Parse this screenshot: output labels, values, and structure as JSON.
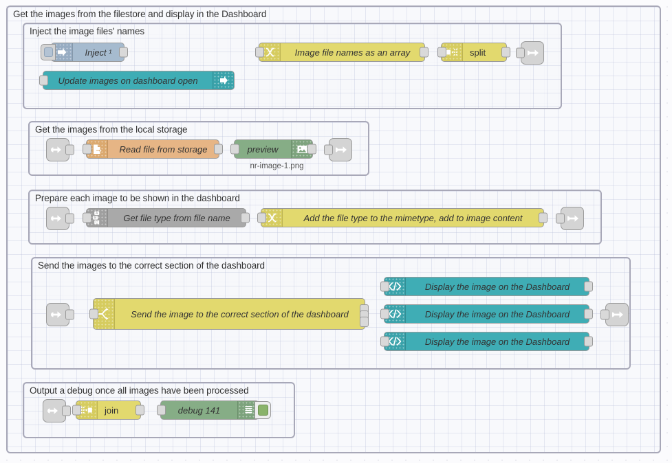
{
  "editor": {
    "canvas_name": "node-red-flow-canvas",
    "grid_size": 20
  },
  "colors": {
    "inject": "#a6bbcf",
    "teal": "#3fadb5",
    "yellow": "#e2d96e",
    "green": "#86ad86",
    "orange": "#e6b585",
    "grey": "#a9a9a9",
    "link": "#d4d4d4",
    "group_border": "#a8a8b8",
    "canvas": "#fbfbfd"
  },
  "outer_group": {
    "label": "Get the images from the filestore and display in the Dashboard"
  },
  "groups": [
    {
      "id": "group-inject",
      "label": "Inject the image files' names",
      "nodes": [
        {
          "id": "inject-node",
          "label": "Inject ¹",
          "icon": "inject-arrow-icon",
          "color": "#a6bbcf"
        },
        {
          "id": "update-images-node",
          "label": "Update images on dashboard open",
          "icon": "link-out-arrow-icon",
          "color": "#3fadb5"
        },
        {
          "id": "image-array-node",
          "label": "Image file names as an array",
          "icon": "function-icon",
          "color": "#e2d96e"
        },
        {
          "id": "split-node",
          "label": "split",
          "icon": "split-icon",
          "color": "#e2d96e"
        },
        {
          "id": "link-out-1",
          "label": "",
          "icon": "link-out-icon",
          "color": "#d4d4d4"
        }
      ]
    },
    {
      "id": "group-storage",
      "label": "Get the images from the local storage",
      "nodes": [
        {
          "id": "link-in-2",
          "label": "",
          "icon": "link-in-icon",
          "color": "#d4d4d4"
        },
        {
          "id": "read-file-node",
          "label": "Read file from storage",
          "icon": "file-in-icon",
          "color": "#e6b585"
        },
        {
          "id": "preview-node",
          "label": "preview",
          "icon": "image-icon",
          "color": "#86ad86",
          "sublabel": "nr-image-1.png"
        },
        {
          "id": "link-out-2",
          "label": "",
          "icon": "link-out-icon",
          "color": "#d4d4d4"
        }
      ]
    },
    {
      "id": "group-prepare",
      "label": "Prepare each image to be shown in the dashboard",
      "nodes": [
        {
          "id": "link-in-3",
          "label": "",
          "icon": "link-in-icon",
          "color": "#d4d4d4"
        },
        {
          "id": "get-filetype-node",
          "label": "Get file type from file name",
          "icon": "change-abc-icon",
          "color": "#a9a9a9"
        },
        {
          "id": "add-mimetype-node",
          "label": "Add the file type to the mimetype, add to image content",
          "icon": "function-icon",
          "color": "#e2d96e"
        },
        {
          "id": "link-out-3",
          "label": "",
          "icon": "link-out-icon",
          "color": "#d4d4d4"
        }
      ]
    },
    {
      "id": "group-send",
      "label": "Send the images to the correct section of the dashboard",
      "nodes": [
        {
          "id": "link-in-4",
          "label": "",
          "icon": "link-in-icon",
          "color": "#d4d4d4"
        },
        {
          "id": "switch-node",
          "label": "Send the image to the correct section of the dashboard",
          "icon": "switch-icon",
          "color": "#e2d96e"
        },
        {
          "id": "template-node-1",
          "label": "Display the image on the Dashboard",
          "icon": "template-code-icon",
          "color": "#3fadb5"
        },
        {
          "id": "template-node-2",
          "label": "Display the image on the Dashboard",
          "icon": "template-code-icon",
          "color": "#3fadb5"
        },
        {
          "id": "template-node-3",
          "label": "Display the image on the Dashboard",
          "icon": "template-code-icon",
          "color": "#3fadb5"
        },
        {
          "id": "link-out-4",
          "label": "",
          "icon": "link-out-icon",
          "color": "#d4d4d4"
        }
      ]
    },
    {
      "id": "group-debug",
      "label": "Output a debug once all images have been processed",
      "nodes": [
        {
          "id": "link-in-5",
          "label": "",
          "icon": "link-in-icon",
          "color": "#d4d4d4"
        },
        {
          "id": "join-node",
          "label": "join",
          "icon": "join-icon",
          "color": "#e2d96e"
        },
        {
          "id": "debug-node",
          "label": "debug 141",
          "icon": "debug-lines-icon",
          "color": "#86ad86"
        }
      ]
    }
  ]
}
